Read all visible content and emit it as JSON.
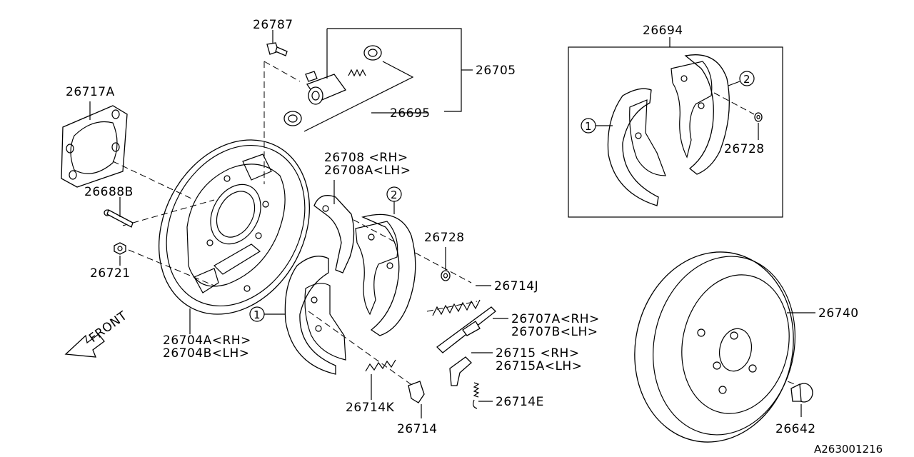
{
  "diagram_id": "A263001216",
  "front_label": "FRONT",
  "callouts": {
    "one": "1",
    "two": "2"
  },
  "parts": {
    "p26787": "26787",
    "p26705": "26705",
    "p26695": "26695",
    "p26717A": "26717A",
    "p26694": "26694",
    "p26728_kit": "26728",
    "p26708_rh": "26708 <RH>",
    "p26708A_lh": "26708A<LH>",
    "p26688B": "26688B",
    "p26728": "26728",
    "p26721": "26721",
    "p26714J": "26714J",
    "p26740": "26740",
    "p26707A_rh": "26707A<RH>",
    "p26707B_lh": "26707B<LH>",
    "p26704A_rh": "26704A<RH>",
    "p26704B_lh": "26704B<LH>",
    "p26715_rh": "26715 <RH>",
    "p26715A_lh": "26715A<LH>",
    "p26714K": "26714K",
    "p26714E": "26714E",
    "p26714": "26714",
    "p26642": "26642"
  }
}
